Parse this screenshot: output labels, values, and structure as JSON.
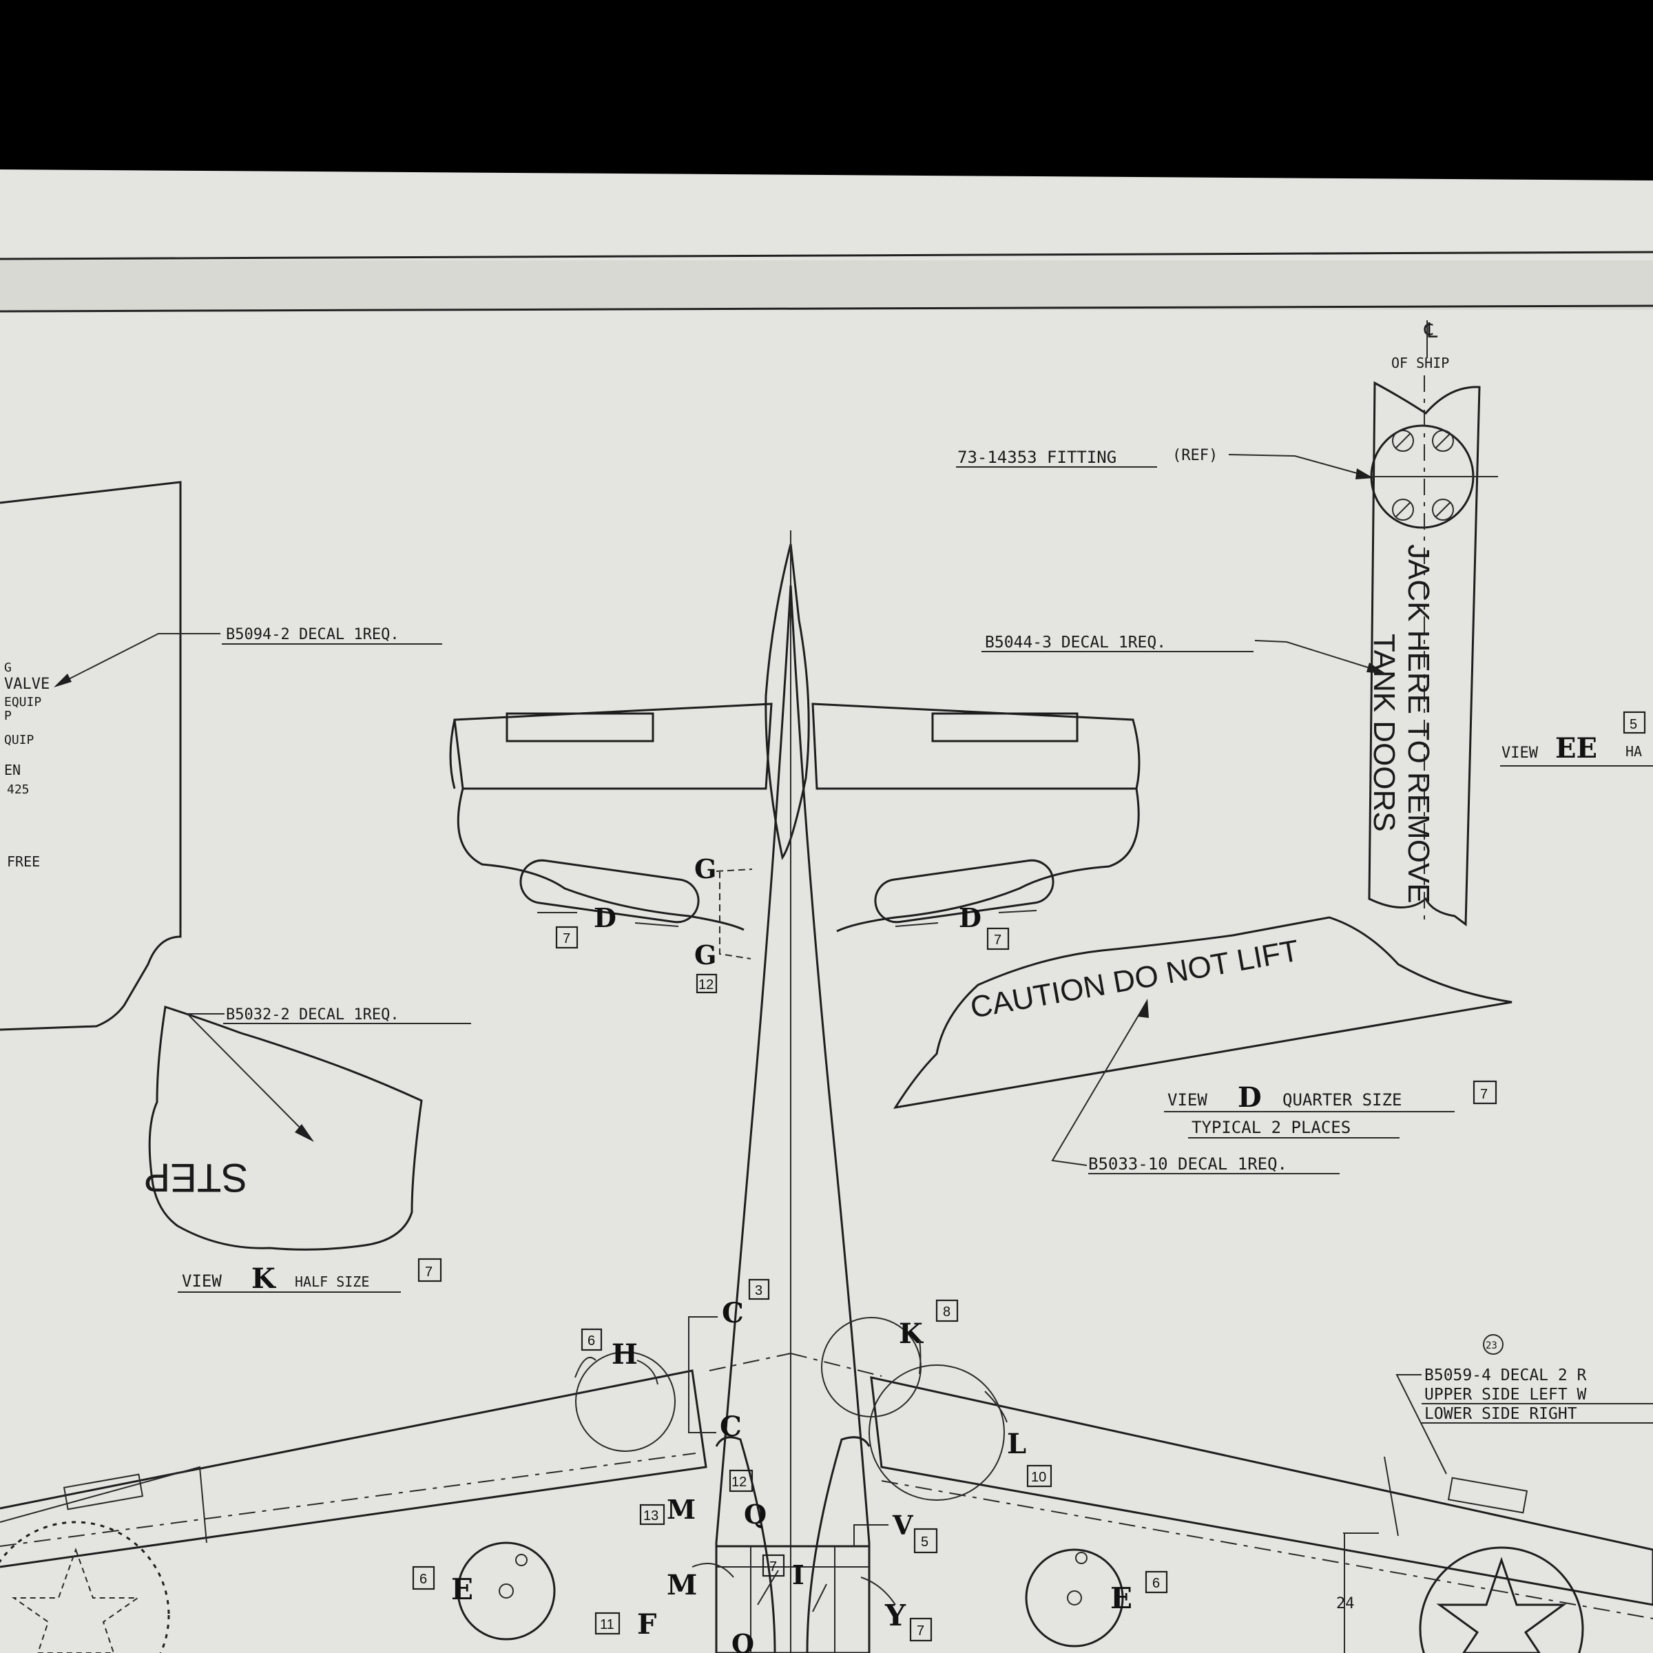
{
  "sheet": {
    "paper_color": "#e4e4e0",
    "ink_color": "#1e1e1e",
    "background_color": "#000000"
  },
  "notes": {
    "fitting": "73-14353 FITTING",
    "fitting_ref": "(REF)",
    "of_ship": "OF SHIP",
    "centerline_symbol": "℄",
    "decal_b5094": "B5094-2 DECAL 1REQ.",
    "decal_b5044": "B5044-3 DECAL 1REQ.",
    "decal_b5032": "B5032-2 DECAL 1REQ.",
    "decal_b5033": "B5033-10 DECAL 1REQ.",
    "decal_b5059": "B5059-4 DECAL 2 R",
    "decal_b5059_line2": "UPPER SIDE LEFT W",
    "decal_b5059_line3": "LOWER SIDE RIGHT",
    "dimension_24": "24",
    "circle_num_23": "23"
  },
  "left_fragment": {
    "lines": [
      "G",
      "VALVE",
      "EQUIP",
      "P",
      "QUIP",
      "EN",
      "425",
      "FREE"
    ]
  },
  "placards": {
    "jack_line1": "JACK HERE TO REMOVE",
    "jack_line2": "TANK DOORS",
    "caution": "CAUTION DO NOT LIFT",
    "step": "STEP"
  },
  "views": {
    "ee": {
      "prefix": "VIEW",
      "letter": "EE",
      "suffix": "HA",
      "box": "5"
    },
    "d": {
      "prefix": "VIEW",
      "letter": "D",
      "suffix": "QUARTER SIZE",
      "box": "7",
      "subtitle": "TYPICAL 2 PLACES"
    },
    "k": {
      "prefix": "VIEW",
      "letter": "K",
      "suffix": "HALF SIZE",
      "box": "7"
    }
  },
  "callouts": {
    "G_top": "G",
    "G_bottom": "G",
    "box_12_g": "12",
    "D_left": "D",
    "box_7_dl": "7",
    "D_right": "D",
    "box_7_dr": "7",
    "C_top": "C",
    "box_3": "3",
    "C_bottom": "C",
    "H": "H",
    "box_6_h": "6",
    "K": "K",
    "box_8": "8",
    "L": "L",
    "box_10": "10",
    "M_upper": "M",
    "box_13": "13",
    "Q_upper": "Q",
    "box_12_q": "12",
    "V": "V",
    "box_5_v": "5",
    "E_left": "E",
    "box_6_el": "6",
    "M_lower": "M",
    "box_7_i": "7",
    "I": "I",
    "F": "F",
    "box_11": "11",
    "Y": "Y",
    "box_7_y": "7",
    "O": "O",
    "E_right": "E",
    "box_6_er": "6"
  }
}
